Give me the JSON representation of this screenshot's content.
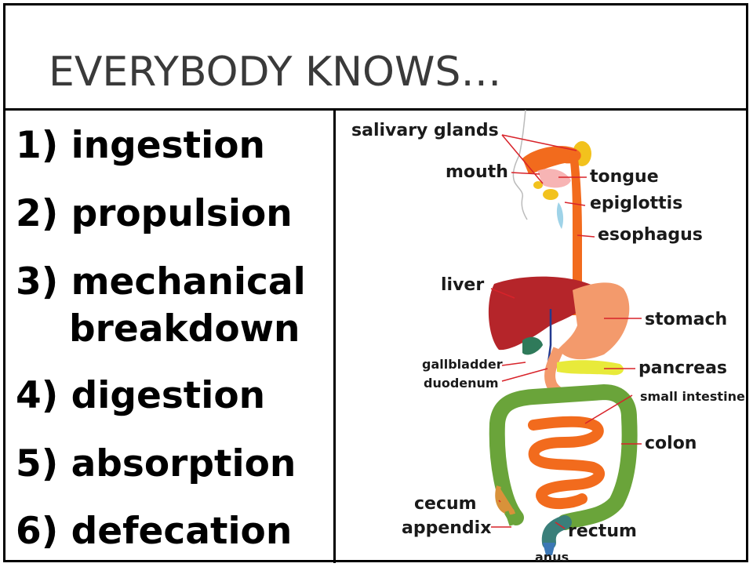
{
  "header": {
    "title": "EVERYBODY KNOWS…"
  },
  "steps": [
    {
      "number": "1)",
      "label": "ingestion"
    },
    {
      "number": "2)",
      "label": "propulsion"
    },
    {
      "number": "3)",
      "label": "mechanical",
      "label2": "breakdown"
    },
    {
      "number": "4)",
      "label": "digestion"
    },
    {
      "number": "5)",
      "label": "absorption"
    },
    {
      "number": "6)",
      "label": "defecation"
    }
  ],
  "diagram": {
    "labels": {
      "salivary_glands": "salivary glands",
      "mouth": "mouth",
      "tongue": "tongue",
      "epiglottis": "epiglottis",
      "esophagus": "esophagus",
      "liver": "liver",
      "stomach": "stomach",
      "gallbladder": "gallbladder",
      "duodenum": "duodenum",
      "pancreas": "pancreas",
      "small_intestine": "small intestine",
      "colon": "colon",
      "cecum": "cecum",
      "appendix": "appendix",
      "rectum": "rectum",
      "anus": "anus"
    },
    "colors": {
      "esophagus": "#f26b1d",
      "liver": "#b5252a",
      "stomach": "#f39a6c",
      "colon": "#6aa43a",
      "small_intestine": "#f26b1d",
      "pancreas": "#e8ea3a",
      "gallbladder": "#2f7a5a",
      "salivary": "#f2c21d",
      "leader": "#d8232a"
    }
  }
}
